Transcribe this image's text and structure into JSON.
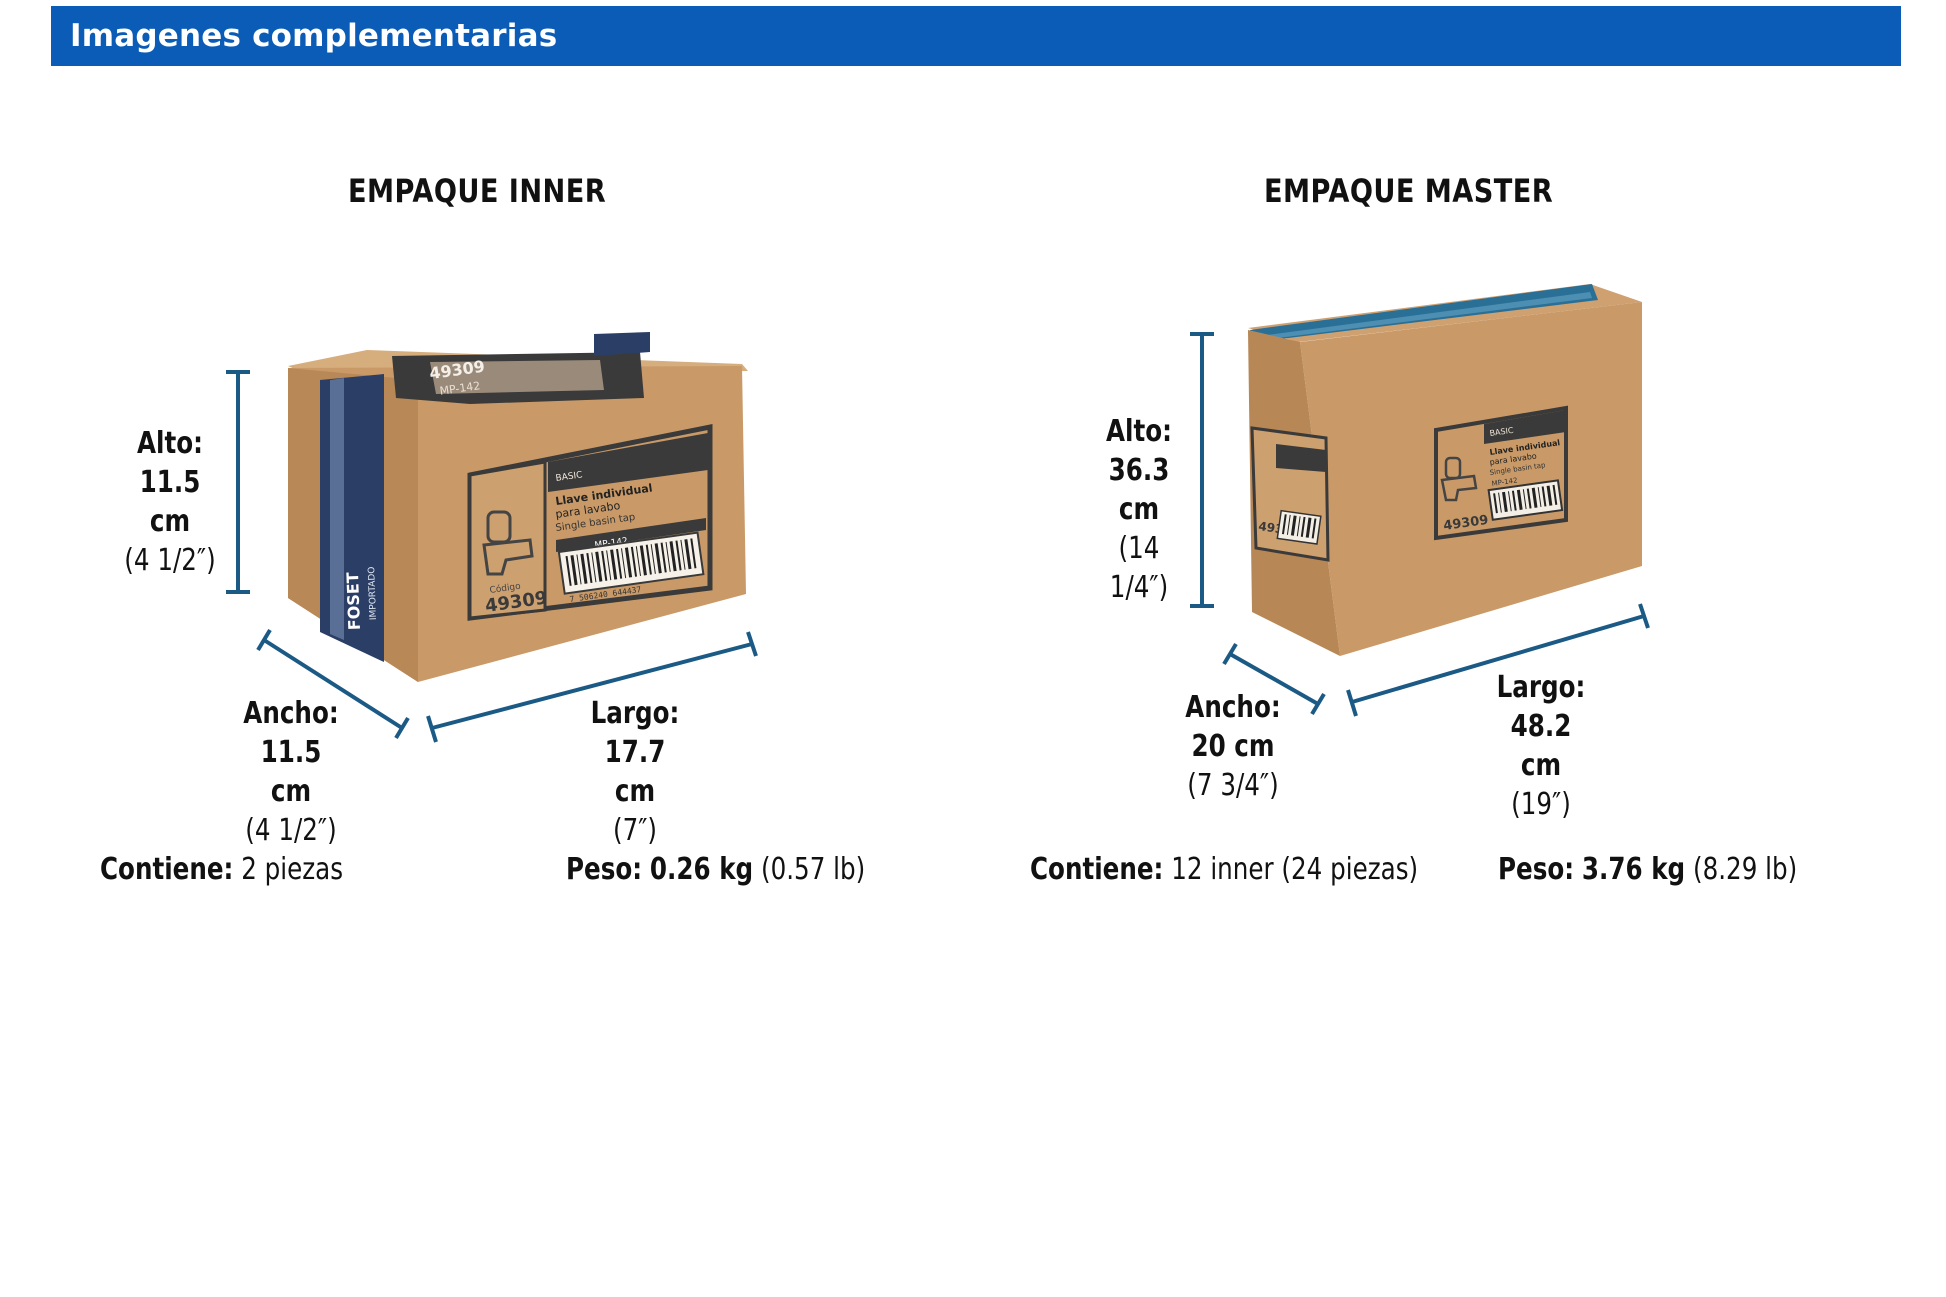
{
  "header": {
    "title": "Imagenes complementarias"
  },
  "colors": {
    "header_bg": "#0a5cb6",
    "dimension_line": "#1c5a86",
    "cardboard": "#c99a68"
  },
  "inner": {
    "title": "EMPAQUE INNER",
    "alto": {
      "label": "Alto:",
      "value": "11.5 cm",
      "imperial": "(4 1/2″)"
    },
    "ancho": {
      "label": "Ancho:",
      "value": "11.5 cm",
      "imperial": "(4 1/2″)"
    },
    "largo": {
      "label": "Largo:",
      "value": "17.7 cm",
      "imperial": "(7″)"
    },
    "contiene": {
      "label": "Contiene:",
      "value": "2 piezas"
    },
    "peso": {
      "label": "Peso:",
      "value": "0.26 kg",
      "imperial": "(0.57 lb)"
    },
    "box_label": {
      "code_top": "49309",
      "code_top_model": "MP-142",
      "brand": "BASIC",
      "product_es": "Llave individual",
      "product_es2": "para lavabo",
      "product_en": "Single basin tap",
      "model": "MP-142",
      "code": "49309",
      "code_label": "Código",
      "barcode_num": "7 506240 644437",
      "side_brand": "FOSET",
      "side_brand_sub": "IMPORTADO"
    }
  },
  "master": {
    "title": "EMPAQUE MASTER",
    "alto": {
      "label": "Alto:",
      "value": "36.3 cm",
      "imperial": "(14 1/4″)"
    },
    "ancho": {
      "label": "Ancho:",
      "value": "20 cm",
      "imperial": "(7 3/4″)"
    },
    "largo": {
      "label": "Largo:",
      "value": "48.2 cm",
      "imperial": "(19″)"
    },
    "contiene": {
      "label": "Contiene:",
      "value": "12 inner (24 piezas)"
    },
    "peso": {
      "label": "Peso:",
      "value": "3.76 kg",
      "imperial": "(8.29 lb)"
    },
    "box_label": {
      "brand": "BASIC",
      "product_es": "Llave individual",
      "product_es2": "para lavabo",
      "product_en": "Single basin tap",
      "model": "MP-142",
      "code": "49309"
    }
  }
}
